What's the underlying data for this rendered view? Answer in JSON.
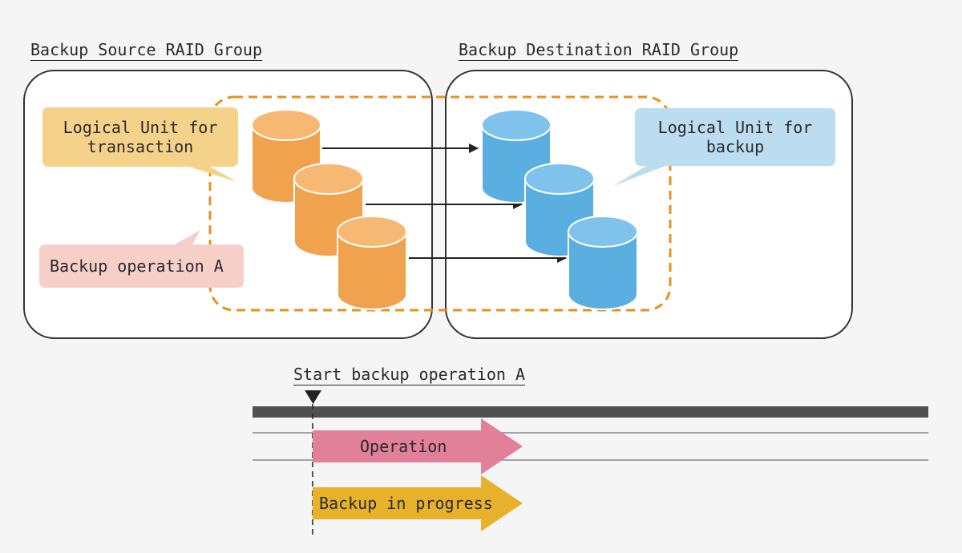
{
  "source_group": {
    "title": "Backup Source RAID Group"
  },
  "destination_group": {
    "title": "Backup Destination RAID Group"
  },
  "callouts": {
    "transaction": "Logical Unit for transaction",
    "backup": "Logical Unit for backup",
    "operation_a": "Backup operation A"
  },
  "timeline": {
    "start_label": "Start backup operation A",
    "operation_label": "Operation",
    "backup_label": "Backup in progress"
  },
  "colors": {
    "source_disk": "#f1a24e",
    "destination_disk": "#5aafe0",
    "group_outline": "#e8901c",
    "callout_transaction": "#f5d28a",
    "callout_backup": "#bcdcef",
    "callout_operation": "#f6cfc9",
    "operation_arrow": "#e27f99",
    "backup_arrow": "#e7b12c",
    "timeline_bar": "#505050"
  }
}
